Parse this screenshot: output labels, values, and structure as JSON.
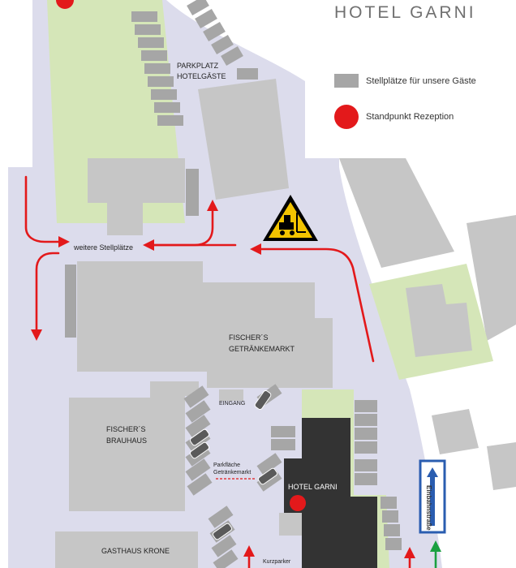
{
  "header": {
    "hotel_name": "HOTEL GARNI"
  },
  "legend": {
    "parking_label": "Stellplätze für unsere Gäste",
    "reception_label": "Standpunkt Rezeption"
  },
  "labels": {
    "parking_guests_line1": "PARKPLATZ",
    "parking_guests_line2": "HOTELGÄSTE",
    "more_parking": "weitere Stellplätze",
    "beverage_market_line1": "FISCHER´S",
    "beverage_market_line2": "GETRÄNKEMARKT",
    "entrance": "EINGANG",
    "brewery_line1": "FISCHER´S",
    "brewery_line2": "BRAUHAUS",
    "parking_area_line1": "Parkfläche",
    "parking_area_line2": "Getränkemarkt",
    "hotel": "HOTEL GARNI",
    "inn": "GASTHAUS KRONE",
    "short_term": "Kurzparker",
    "one_way": "Einbahnstraße"
  },
  "colors": {
    "road": "#dcdcec",
    "building": "#c6c6c6",
    "lawn": "#d5e6b8",
    "hotel": "#333333",
    "parking": "#a6a6a6",
    "arrow": "#e3191b",
    "sign": "#f3c400"
  }
}
